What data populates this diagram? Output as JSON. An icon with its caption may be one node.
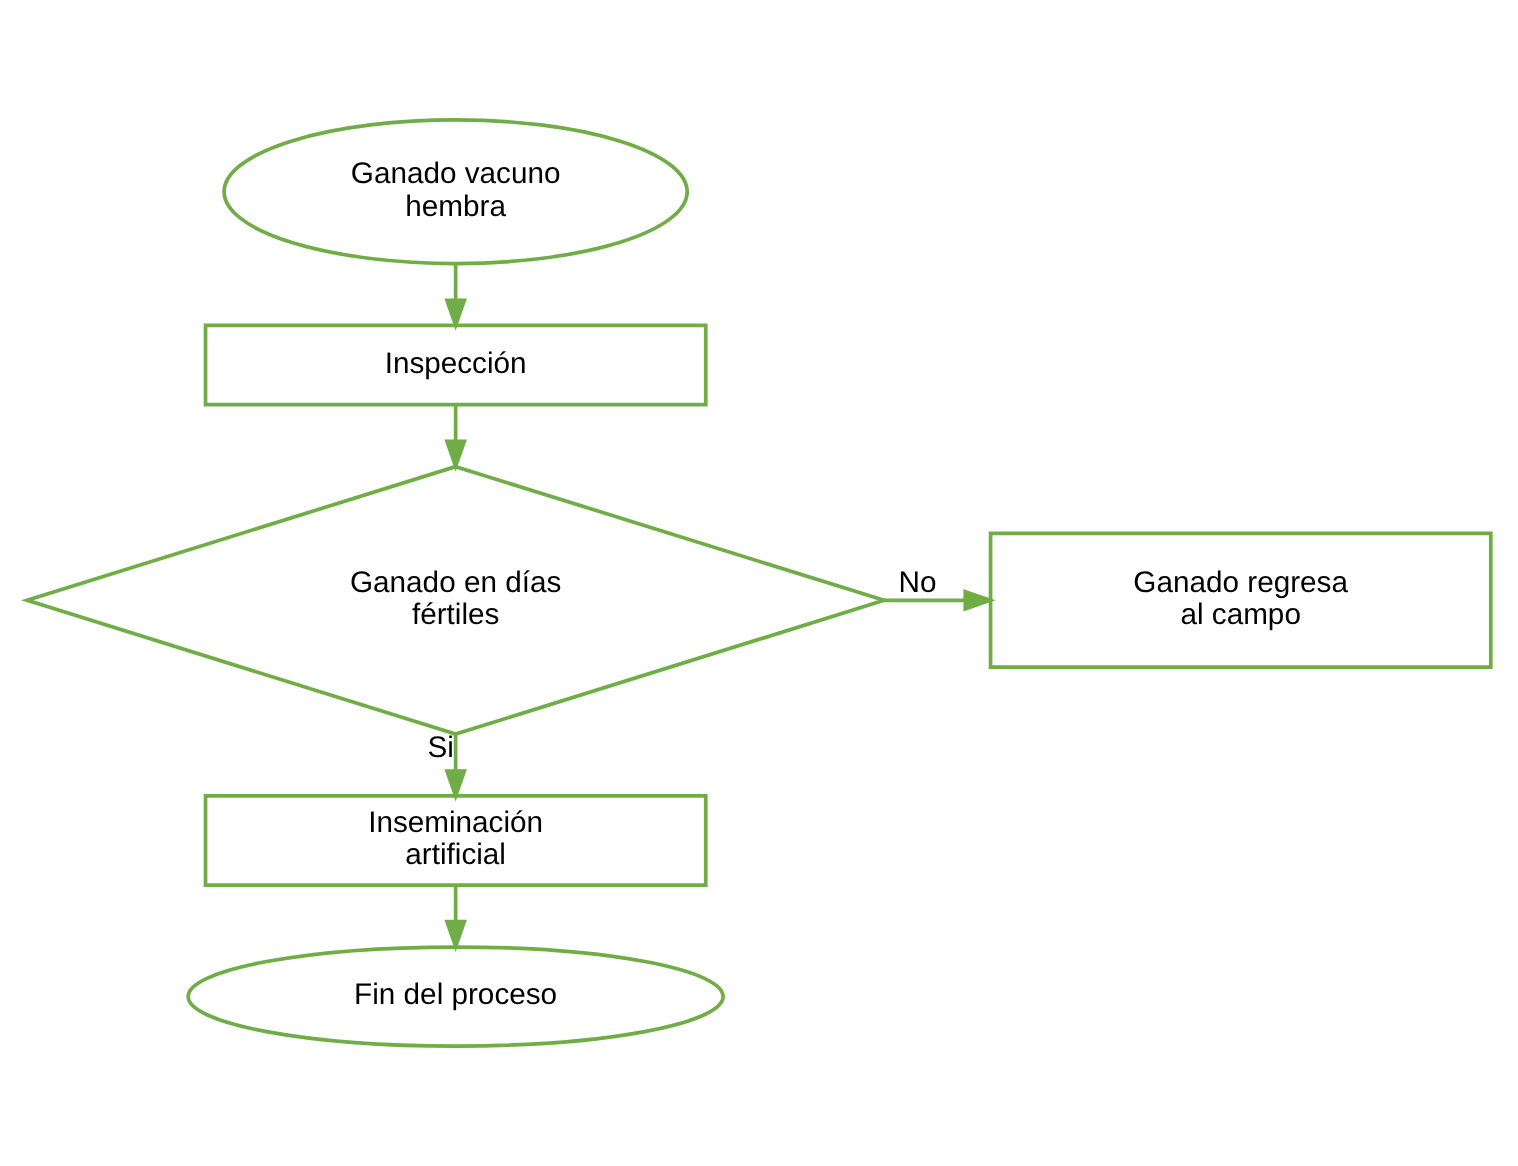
{
  "diagram": {
    "nodes": [
      {
        "text": [
          "Ganado vacuno hembra"
        ]
      },
      {
        "text": [
          "Inspección"
        ]
      },
      {
        "text": [
          "Ganado en días fértiles"
        ]
      },
      {
        "text": [
          "Ganado regresa al campo"
        ]
      },
      {
        "text": [
          "Inseminación artificial"
        ]
      },
      {
        "text": [
          "Fin del proceso"
        ]
      }
    ],
    "edges": [
      {
        "from": 0,
        "to": 1,
        "arrow": "to"
      },
      {
        "from": 1,
        "to": 2,
        "arrow": "to"
      },
      {
        "from": 2,
        "to": 3,
        "arrow": "to",
        "label": "No"
      },
      {
        "from": 2,
        "to": 4,
        "arrow": "to",
        "label": "Si"
      },
      {
        "from": 4,
        "to": 5,
        "arrow": "to"
      }
    ]
  }
}
